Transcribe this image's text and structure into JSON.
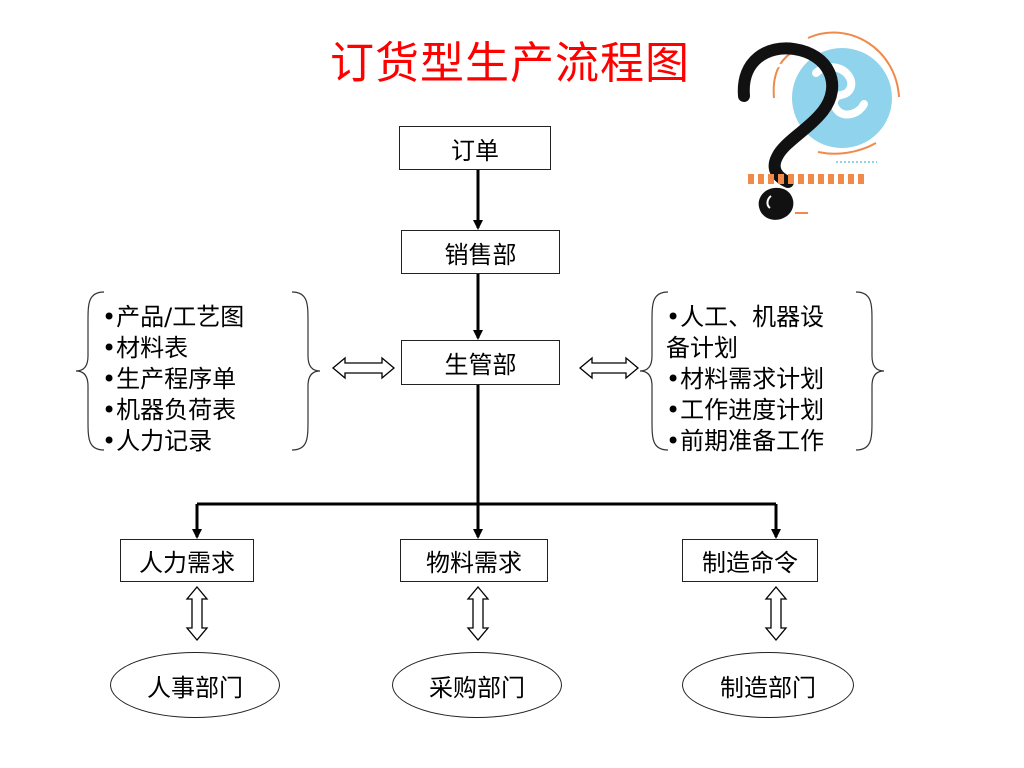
{
  "title": "订货型生产流程图",
  "nodes": {
    "order": "订单",
    "sales": "销售部",
    "production_mgmt": "生管部",
    "manpower_demand": "人力需求",
    "material_demand": "物料需求",
    "manufacturing_order": "制造命令",
    "hr_dept": "人事部门",
    "purchasing_dept": "采购部门",
    "manufacturing_dept": "制造部门"
  },
  "left_notes": [
    "•产品/工艺图",
    "•材料表",
    "•生产程序单",
    "•机器负荷表",
    "•人力记录"
  ],
  "right_notes": [
    "•人工、机器设",
    "备计划",
    "•材料需求计划",
    "•工作进度计划",
    "•前期准备工作"
  ],
  "clipart": {
    "icon": "question-mark-globe-icon",
    "colors": {
      "globe": "#8fd3ec",
      "accent": "#f08a4b"
    }
  }
}
